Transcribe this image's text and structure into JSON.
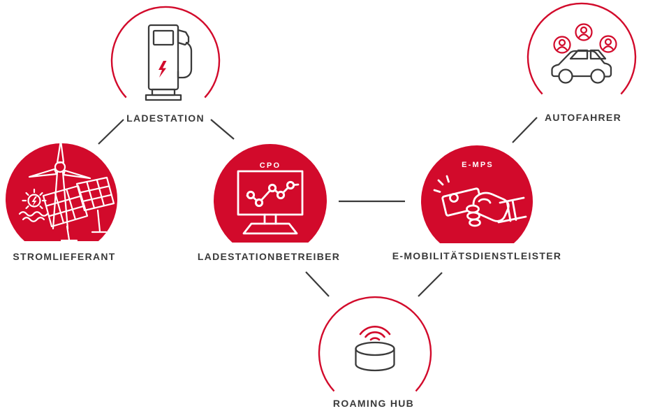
{
  "colors": {
    "red": "#d20a2b",
    "dark": "#3a3a3a",
    "background": "#ffffff"
  },
  "nodes": {
    "ladestation": {
      "label": "LADESTATION",
      "icon": "charging-station-icon",
      "variant": "outline-circle"
    },
    "autofahrer": {
      "label": "AUTOFAHRER",
      "icon": "car-with-drivers-icon",
      "variant": "outline-circle"
    },
    "stromlieferant": {
      "label": "STROMLIEFERANT",
      "icon": "renewable-energy-icon",
      "variant": "filled-circle"
    },
    "ladestationbetreiber": {
      "label": "LADESTATIONBETREIBER",
      "badge": "CPO",
      "icon": "monitor-chart-icon",
      "variant": "filled-circle"
    },
    "emobilitaetsdienstleister": {
      "label": "E-MOBILITÄTSDIENSTLEISTER",
      "badge": "E-MPS",
      "icon": "hand-card-icon",
      "variant": "filled-circle"
    },
    "roaminghub": {
      "label": "ROAMING HUB",
      "icon": "database-signal-icon",
      "variant": "outline-circle"
    }
  },
  "connections": [
    {
      "from": "ladestation",
      "to": "stromlieferant"
    },
    {
      "from": "ladestation",
      "to": "ladestationbetreiber"
    },
    {
      "from": "ladestationbetreiber",
      "to": "emobilitaetsdienstleister"
    },
    {
      "from": "emobilitaetsdienstleister",
      "to": "autofahrer"
    },
    {
      "from": "ladestationbetreiber",
      "to": "roaminghub"
    },
    {
      "from": "emobilitaetsdienstleister",
      "to": "roaminghub"
    }
  ]
}
